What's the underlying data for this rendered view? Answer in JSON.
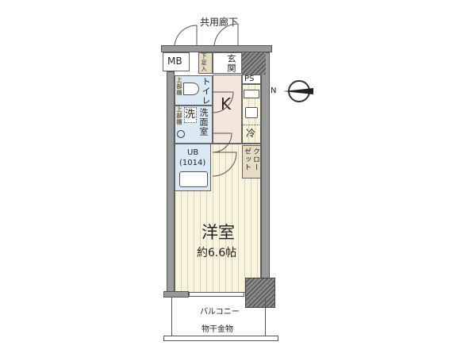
{
  "labels": {
    "corridor": "共用廊下",
    "mb": "MB",
    "shoe_box": "下足入",
    "entrance": "玄関",
    "ps": "PS",
    "toilet": "トイレ",
    "upper_shelf_1": "上部棚",
    "upper_shelf_2": "上部棚",
    "washer": "洗",
    "washroom": "洗面室",
    "kitchen": "K",
    "fridge": "冷",
    "closet": "クローゼット",
    "closet_col1": "クロー",
    "closet_col2": "ゼット",
    "ub": "UB",
    "ub_size": "(1014)",
    "western_room": "洋室",
    "room_size": "約6.6帖",
    "balcony": "バルコニー",
    "laundry_hanger": "物干金物",
    "north": "N"
  }
}
